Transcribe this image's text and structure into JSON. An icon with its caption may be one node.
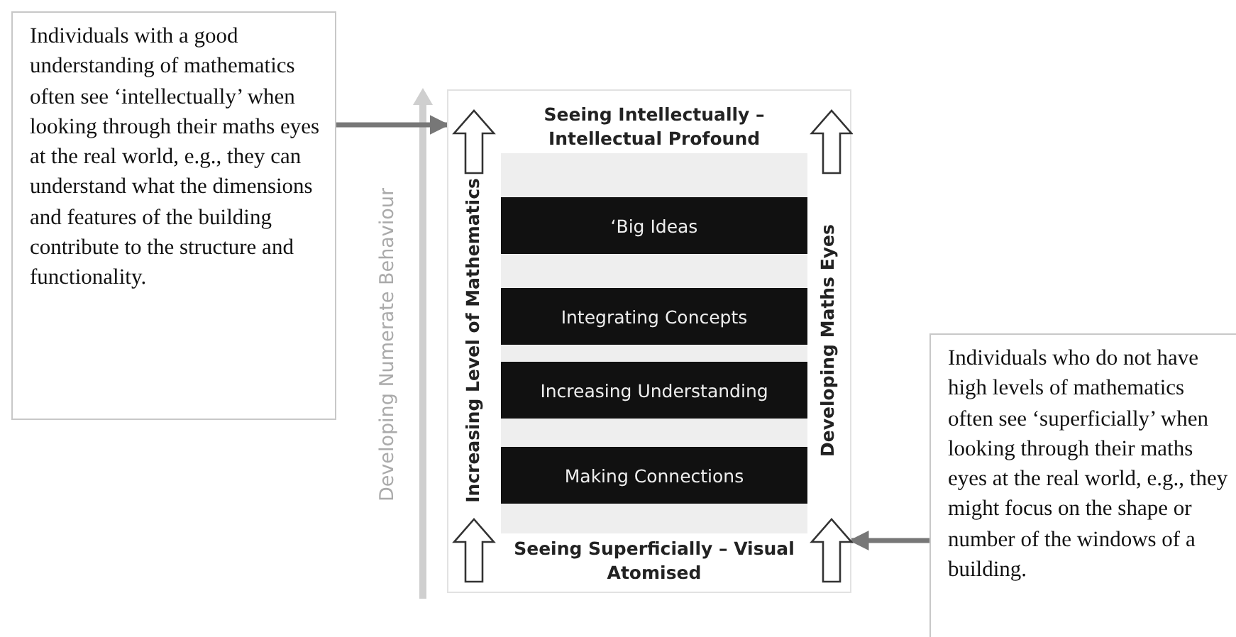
{
  "diagram": {
    "nodes": [
      {
        "text": [
          "Individuals with a good understanding of mathematics often see ‘intellectually’ when looking through their maths eyes at the real world, e.g., they can understand what the dimensions and features of the building contribute to the structure and functionality."
        ]
      },
      {
        "text": [
          "Individuals who do not have high levels of mathematics often see ‘superficially’ when looking through their maths eyes at the real world, e.g., they might focus on the shape or number of the windows of a building."
        ]
      },
      {
        "text": [
          "Seeing Intellectually – Intellectual Profound",
          "Seeing Superficially – Visual Atomised"
        ]
      },
      {
        "text": [
          "‘Big Ideas"
        ],
        "in": 2
      },
      {
        "text": [
          "Integrating Concepts"
        ],
        "in": 2
      },
      {
        "text": [
          "Increasing Understanding"
        ],
        "in": 2
      },
      {
        "text": [
          "Making Connections"
        ],
        "in": 2
      }
    ],
    "edges": [
      {
        "from": 0,
        "to": 2,
        "arrow": "to"
      },
      {
        "from": 1,
        "to": 2,
        "arrow": "to"
      }
    ],
    "labels": [
      "Developing Numerate Behaviour",
      "Increasing Level of Mathematics",
      "Developing Maths Eyes"
    ]
  }
}
